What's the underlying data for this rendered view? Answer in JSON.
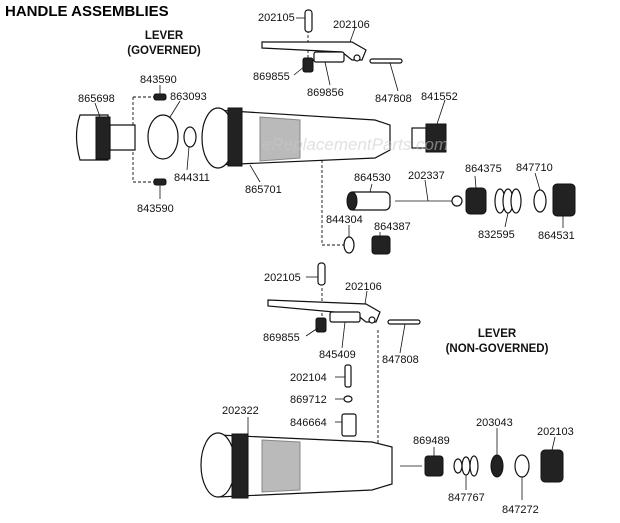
{
  "title": "HANDLE ASSEMBLIES",
  "watermark": "eReplacementParts.com",
  "sections": {
    "governed": {
      "line1": "LEVER",
      "line2": "(GOVERNED)"
    },
    "non_governed": {
      "line1": "LEVER",
      "line2": "(NON-GOVERNED)"
    }
  },
  "parts": {
    "p202105a": "202105",
    "p202106a": "202106",
    "p869855a": "869855",
    "p869856": "869856",
    "p847808a": "847808",
    "p841552": "841552",
    "p843590a": "843590",
    "p865698": "865698",
    "p863093": "863093",
    "p844311": "844311",
    "p843590b": "843590",
    "p865701": "865701",
    "p864530": "864530",
    "p202337": "202337",
    "p864375": "864375",
    "p847710": "847710",
    "p844304": "844304",
    "p864387": "864387",
    "p832595": "832595",
    "p864531": "864531",
    "p202105b": "202105",
    "p202106b": "202106",
    "p869855b": "869855",
    "p845409": "845409",
    "p847808b": "847808",
    "p202104": "202104",
    "p869712": "869712",
    "p202322": "202322",
    "p846664": "846664",
    "p869489": "869489",
    "p203043": "203043",
    "p202103": "202103",
    "p847767": "847767",
    "p847272": "847272"
  }
}
